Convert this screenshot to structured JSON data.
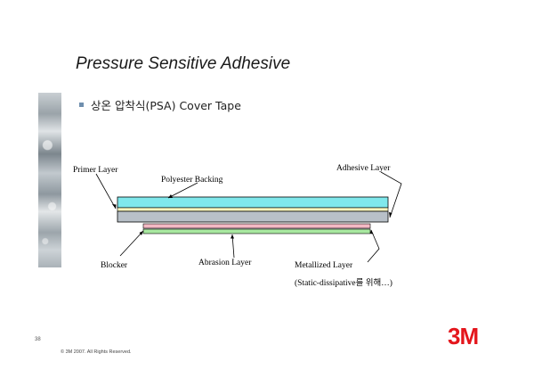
{
  "slide": {
    "title": "Pressure Sensitive Adhesive",
    "bullet": "상온 압착식(PSA) Cover Tape",
    "page_number": "38",
    "copyright": "© 3M 2007.  All Rights Reserved.",
    "logo_text": "3M"
  },
  "diagram": {
    "labels": {
      "primer_layer": "Primer Layer",
      "polyester_backing": "Polyester Backing",
      "adhesive_layer": "Adhesive Layer",
      "blocker": "Blocker",
      "abrasion_layer": "Abrasion Layer",
      "metallized_layer": "Metallized Layer",
      "metallized_note": "(Static-dissipative를 위해…)"
    },
    "colors": {
      "polyester": "#7fe8ec",
      "primer": "#fffcc0",
      "adhesive": "#b8c0c8",
      "metallized": "#f3b8c4",
      "abrasion": "#a8e8a0",
      "accent": "#e4161c"
    }
  }
}
